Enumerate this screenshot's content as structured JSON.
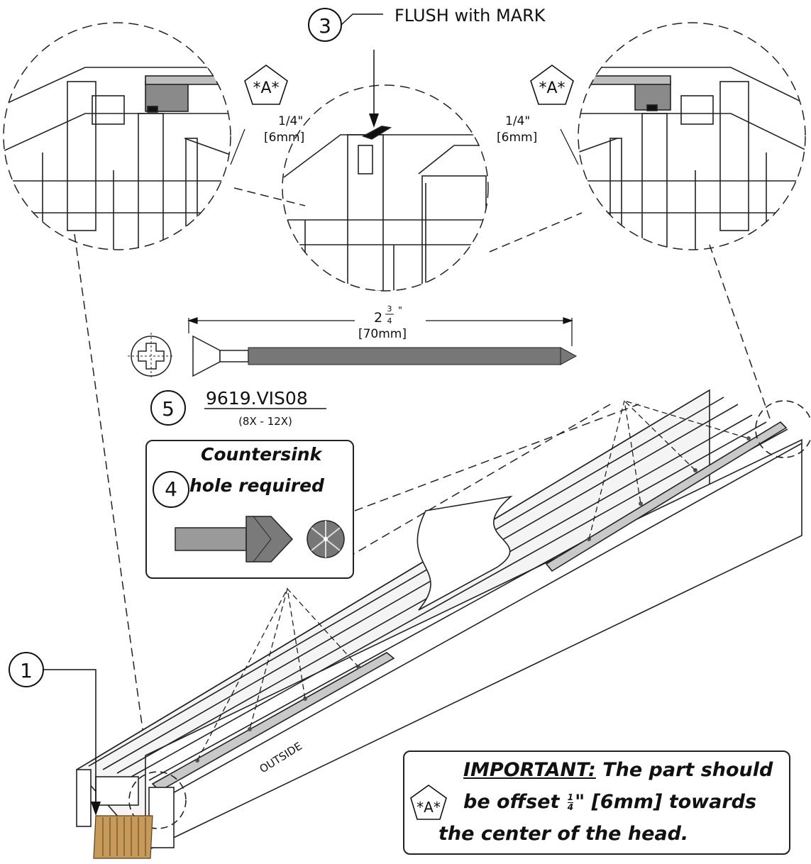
{
  "callouts": {
    "step1": "1",
    "step3": "3",
    "step4": "4",
    "step5": "5",
    "flush_note": "FLUSH with MARK",
    "ref_a": "*A*"
  },
  "dimensions": {
    "offset_in": "1/4\"",
    "offset_mm": "[6mm]",
    "screw_len_whole": "2",
    "screw_len_num": "3",
    "screw_len_den": "4",
    "screw_len_unit": "\"",
    "screw_len_mm": "[70mm]"
  },
  "screw": {
    "part_number": "9619.VIS08",
    "quantity": "(8X - 12X)"
  },
  "countersink": {
    "line1": "Countersink",
    "line2": "hole required"
  },
  "frame": {
    "side_label": "OUTSIDE"
  },
  "important_note": {
    "heading": "IMPORTANT:",
    "line1_rest": " The part should",
    "line2_a": "be offset ",
    "frac_num": "1",
    "frac_den": "4",
    "line2_b": "\"  [6mm] towards",
    "line3": "the center of the head."
  }
}
